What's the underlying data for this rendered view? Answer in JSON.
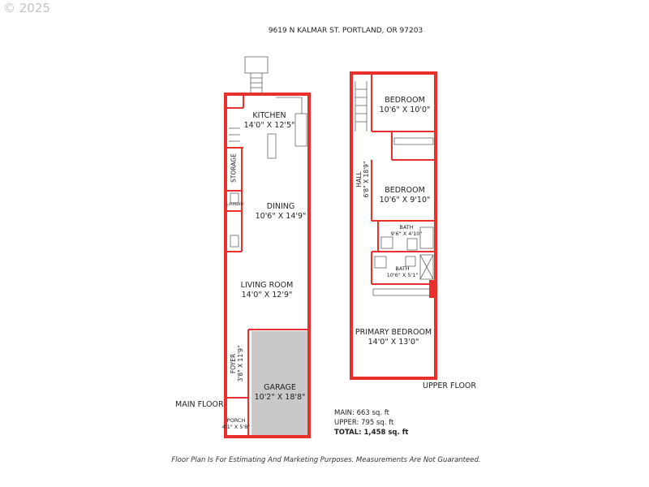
{
  "copyright": "© 2025",
  "address": "9619 N KALMAR ST. PORTLAND, OR 97203",
  "floors": {
    "main": "MAIN FLOOR",
    "upper": "UPPER FLOOR"
  },
  "rooms": {
    "kitchen": {
      "name": "KITCHEN",
      "dims": "14'0\" X 12'5\""
    },
    "storage": {
      "name": "STORAGE"
    },
    "laundry": {
      "name": "LAUNDRY"
    },
    "dining": {
      "name": "DINING",
      "dims": "10'6\" X 14'9\""
    },
    "living": {
      "name": "LIVING ROOM",
      "dims": "14'0\" X 12'9\""
    },
    "foyer": {
      "name": "FOYER",
      "dims": "3'8\" X 11'9\""
    },
    "garage": {
      "name": "GARAGE",
      "dims": "10'2\" X 18'8\""
    },
    "porch": {
      "name": "PORCH",
      "dims": "4'1\" X 5'8\""
    },
    "bedroom1": {
      "name": "BEDROOM",
      "dims": "10'6\" X 10'0\""
    },
    "hall": {
      "name": "HALL",
      "dims": "6'8\" X 18'9\""
    },
    "bedroom2": {
      "name": "BEDROOM",
      "dims": "10'6\" X 9'10\""
    },
    "bath1": {
      "name": "BATH",
      "dims": "9'6\" X 4'10\""
    },
    "bath2": {
      "name": "BATH",
      "dims": "10'6\" X 5'1\""
    },
    "primary": {
      "name": "PRIMARY BEDROOM",
      "dims": "14'0\" X 13'0\""
    }
  },
  "sqft": {
    "main": "MAIN: 663 sq. ft",
    "upper": "UPPER: 795 sq. ft",
    "total": "TOTAL: 1,458 sq. ft"
  },
  "disclaimer": "Floor Plan Is For Estimating And Marketing Purposes. Measurements Are Not Guaranteed.",
  "colors": {
    "wall": "#e8302c",
    "garage_floor": "#c9c9c9",
    "text": "#222222"
  }
}
